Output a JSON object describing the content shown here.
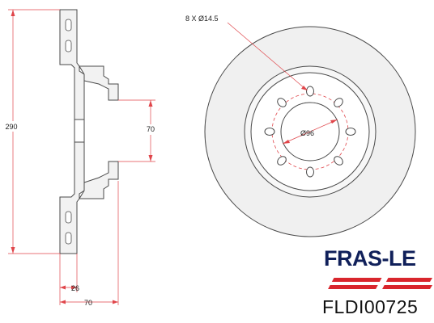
{
  "brand": {
    "name": "FRAS-LE",
    "part_number": "FLDI00725",
    "colors": {
      "navy": "#10205a",
      "red": "#d9262d"
    }
  },
  "dimensions": {
    "overall_height": "290",
    "inner_height": "70",
    "disc_thickness": "26",
    "overall_width": "70",
    "bolt_holes": "8 X Ø14.5",
    "pitch_circle": "Ø96"
  },
  "colors": {
    "leader": "#e0454a",
    "disc": "#f2f2f2",
    "line": "#4a4a4a"
  }
}
